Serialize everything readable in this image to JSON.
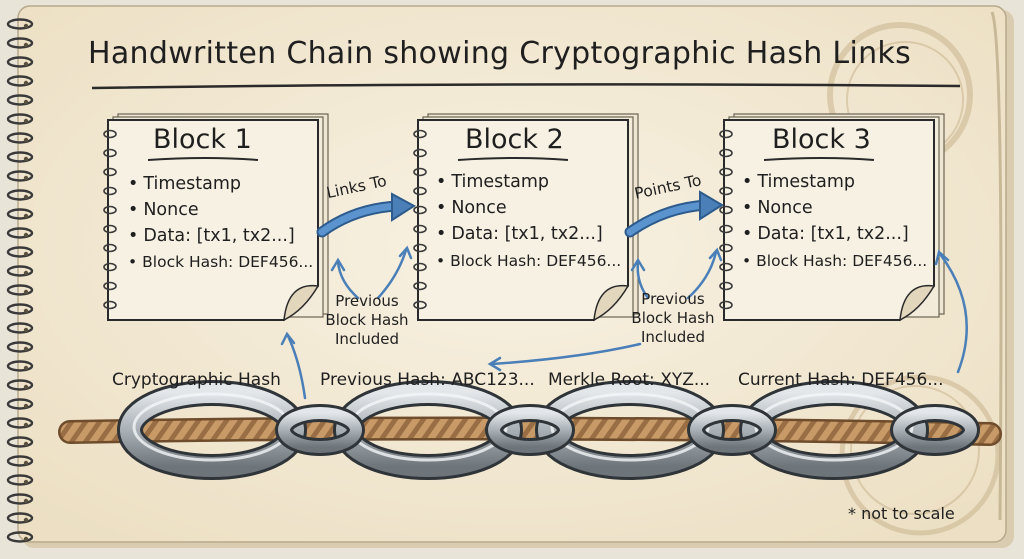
{
  "title": "Handwritten Chain showing Cryptographic Hash Links",
  "blocks": [
    {
      "title": "Block 1",
      "items": [
        "Timestamp",
        "Nonce",
        "Data: [tx1, tx2...]",
        "Block Hash: DEF456..."
      ]
    },
    {
      "title": "Block 2",
      "items": [
        "Timestamp",
        "Nonce",
        "Data: [tx1, tx2...]",
        "Block Hash: DEF456..."
      ]
    },
    {
      "title": "Block 3",
      "items": [
        "Timestamp",
        "Nonce",
        "Data: [tx1, tx2...]",
        "Block Hash: DEF456..."
      ]
    }
  ],
  "arrows": {
    "links_to": "Links To",
    "points_to": "Points To"
  },
  "notes": {
    "note1": [
      "Previous",
      "Block Hash",
      "Included"
    ],
    "note2": [
      "Previous",
      "Block Hash",
      "Included"
    ]
  },
  "chain_labels": {
    "cryptographic_hash": "Cryptographic Hash",
    "previous_hash": "Previous Hash: ABC123...",
    "merkle_root": "Merkle Root: XYZ...",
    "current_hash": "Current Hash: DEF456..."
  },
  "footnote": "* not to scale",
  "colors": {
    "paper": "#f6efde",
    "ink": "#1f1f1f",
    "arrow_blue": "#4a7fb8",
    "chain_steel": "#9ea4aa",
    "rope": "#b58a5c"
  }
}
